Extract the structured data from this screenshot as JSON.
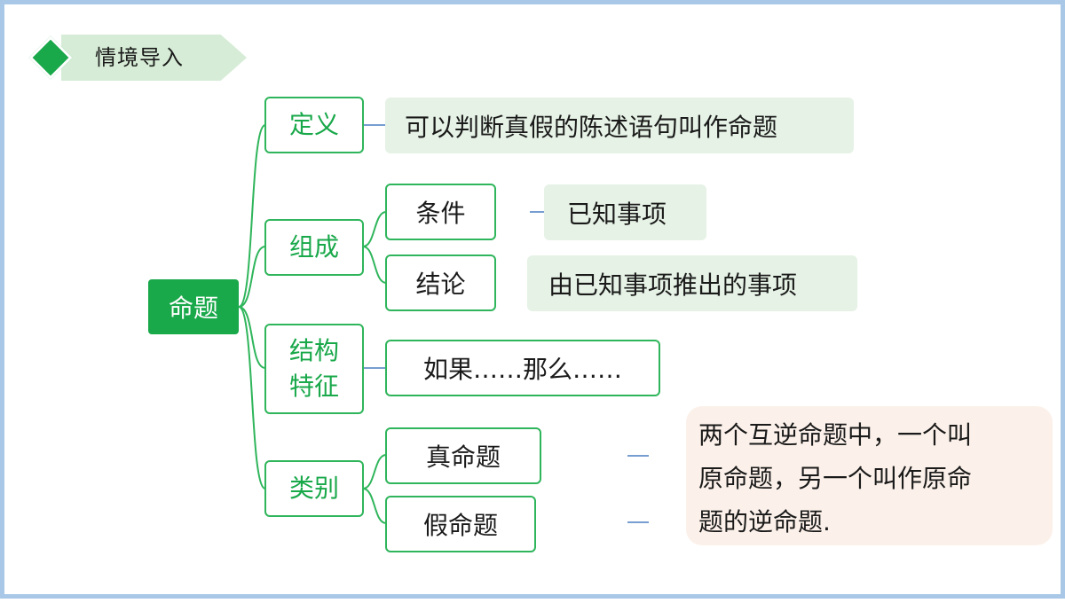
{
  "header": {
    "title": "情境导入"
  },
  "root": {
    "label": "命题"
  },
  "branches": {
    "definition": {
      "label": "定义",
      "note": "可以判断真假的陈述语句叫作命题"
    },
    "composition": {
      "label": "组成",
      "condition": {
        "label": "条件",
        "note": "已知事项"
      },
      "conclusion": {
        "label": "结论",
        "note": "由已知事项推出的事项"
      }
    },
    "structure": {
      "label_line1": "结构",
      "label_line2": "特征",
      "leaf": "如果……那么……"
    },
    "category": {
      "label": "类别",
      "true_prop": "真命题",
      "false_prop": "假命题",
      "note_lines": [
        "两个互逆命题中，一个叫",
        "原命题，另一个叫作原命",
        "题的逆命题."
      ]
    }
  },
  "colors": {
    "accent": "#19a84a",
    "border": "#2fb55b",
    "note_bg": "#e6f2e6",
    "callout_bg": "#fcf1ea",
    "frame": "#a9c8e8",
    "dash": "#4a7fc0"
  }
}
